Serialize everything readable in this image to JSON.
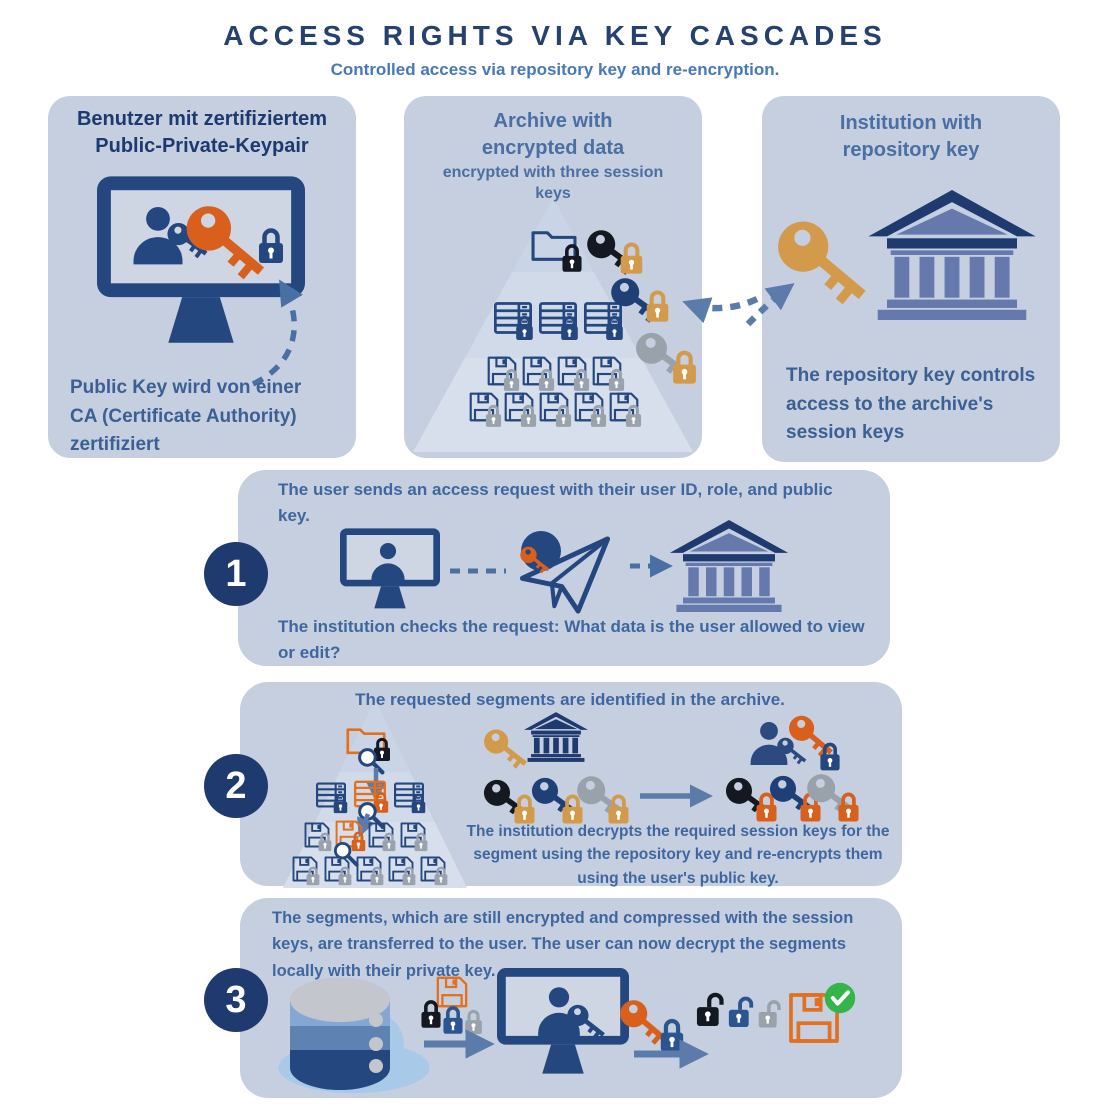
{
  "header": {
    "title": "ACCESS RIGHTS VIA KEY CASCADES",
    "subtitle": "Controlled access via repository key and re-encryption."
  },
  "panels": {
    "user": {
      "title": "Benutzer mit zertifiziertem Public-Private-Keypair",
      "caption": "Public Key wird von einer CA (Certificate Authority) zertifiziert"
    },
    "archive": {
      "title": "Archive with encrypted data",
      "subtitle": "encrypted with three session keys"
    },
    "institution": {
      "title": "Institution with repository key",
      "caption": "The repository key controls access to the archive's session keys"
    }
  },
  "steps": [
    {
      "number": "1",
      "text_top": "The user sends an access request with their user ID, role, and public key.",
      "text_bottom": "The institution checks the request: What data is the user allowed to view or edit?"
    },
    {
      "number": "2",
      "title": "The requested segments are identified in the archive.",
      "caption": "The institution decrypts the required session keys for the segment using the repository key and re-encrypts them using the user's public key."
    },
    {
      "number": "3",
      "text": "The segments, which are still encrypted and compressed with the session keys, are transferred to the user. The user can now decrypt the segments locally with their private key."
    }
  ],
  "colors": {
    "navy": "#24477f",
    "dark_navy": "#1e3a6e",
    "title_navy": "#24416f",
    "body_blue": "#3f679f",
    "panel_bg": "#c5cfe0",
    "orange": "#d9601c",
    "gold": "#d29a4a",
    "gray_key": "#99a1aa",
    "black_key": "#141821",
    "medium_blue": "#6679ad",
    "steel_arrow": "#5b7cab",
    "green_check": "#34b54a"
  }
}
